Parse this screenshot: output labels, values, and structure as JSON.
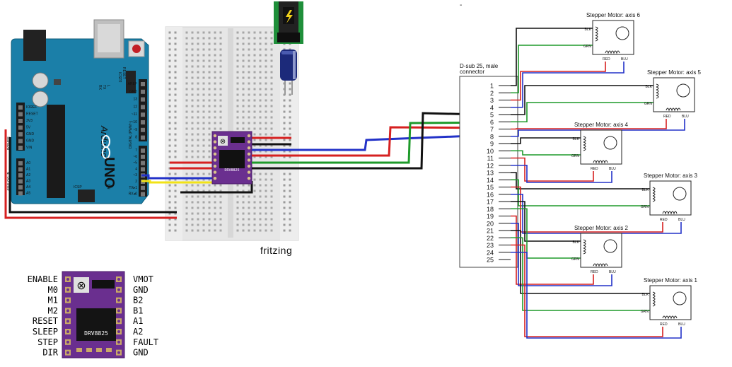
{
  "arduino": {
    "brand": "Arduino",
    "model": "UNO",
    "header_left_power": [
      "IOREF",
      "RESET",
      "3V3",
      "5V",
      "GND",
      "GND",
      "VIN"
    ],
    "header_left_analog": [
      "A0",
      "A1",
      "A2",
      "A3",
      "A4",
      "A5"
    ],
    "header_right_top": [
      "AREF",
      "GND",
      "13",
      "12",
      "~11",
      "~10",
      "~9",
      "8"
    ],
    "header_right_bottom": [
      "7",
      "~6",
      "~5",
      "4",
      "~3",
      "2",
      "TX▸1",
      "RX◂0"
    ],
    "icsp_label": "ICSP",
    "icsp2_label": "ICSP2",
    "reset_label": "RESET",
    "power_label": "POWER",
    "analog_label": "ANALOG IN",
    "digital_label": "DIGITAL (PWM~)",
    "on_label": "ON",
    "l_label": "L",
    "tx_label": "TX",
    "rx_label": "RX"
  },
  "breadboard": {
    "watermark": "fritzing"
  },
  "driver": {
    "chip_label": "DRV8825"
  },
  "pinout": {
    "left": [
      "ENABLE",
      "M0",
      "M1",
      "M2",
      "RESET",
      "SLEEP",
      "STEP",
      "DIR"
    ],
    "right": [
      "VMOT",
      "GND",
      "B2",
      "B1",
      "A1",
      "A2",
      "FAULT",
      "GND"
    ],
    "chip_label": "DRV8825"
  },
  "dsub": {
    "title_line1": "D-sub 25, male",
    "title_line2": "connector",
    "pins": [
      "1",
      "2",
      "3",
      "4",
      "5",
      "6",
      "7",
      "8",
      "9",
      "10",
      "11",
      "12",
      "13",
      "14",
      "15",
      "16",
      "17",
      "18",
      "19",
      "20",
      "21",
      "22",
      "23",
      "24",
      "25"
    ]
  },
  "motors": [
    {
      "title": "Stepper Motor: axis 6"
    },
    {
      "title": "Stepper Motor: axis 5"
    },
    {
      "title": "Stepper Motor: axis 4"
    },
    {
      "title": "Stepper Motor: axis 3"
    },
    {
      "title": "Stepper Motor: axis 2"
    },
    {
      "title": "Stepper Motor: axis 1"
    }
  ],
  "motor_pin_labels": {
    "blk": "BLK",
    "grn": "GRN",
    "red": "RED",
    "blu": "BLU"
  },
  "dash_mark": "-",
  "colors": {
    "arduino_board": "#1b7fa8",
    "breadboard": "#e4e4e4",
    "driver_board": "#6a2f8f",
    "wire_red": "#d62020",
    "wire_blue": "#2332c8",
    "wire_green": "#1e9a2a",
    "wire_black": "#111111",
    "wire_yellow": "#f2e316",
    "capacitor": "#1c2a7a",
    "jack_pcb": "#1f8f3a"
  }
}
